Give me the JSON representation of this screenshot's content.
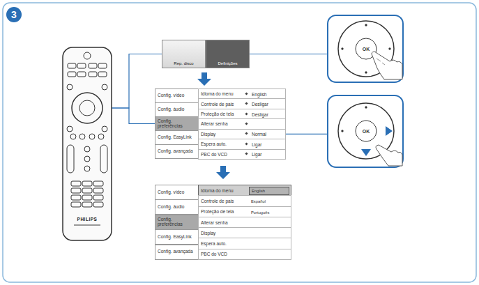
{
  "diagram": {
    "nodes": [
      {
        "text": [
          "PHILIPS"
        ]
      },
      {
        "text": [
          "Rep. disco"
        ]
      },
      {
        "text": [
          "Definições"
        ]
      },
      {
        "text": [
          "OK"
        ]
      },
      {
        "text": [
          "Config. vídeo"
        ]
      },
      {
        "text": [
          "Config. áudio"
        ]
      },
      {
        "text": [
          "Config. preferências"
        ]
      },
      {
        "text": [
          "Config. EasyLink"
        ]
      },
      {
        "text": [
          "Config. avançada"
        ]
      },
      {
        "text": [
          "Idioma do menu",
          "English"
        ]
      },
      {
        "text": [
          "Controle de pais",
          "Desligar"
        ]
      },
      {
        "text": [
          "Proteção de tela",
          "Desligar"
        ]
      },
      {
        "text": [
          "Alterar senha"
        ]
      },
      {
        "text": [
          "Display",
          "Normal"
        ]
      },
      {
        "text": [
          "Espera auto.",
          "Ligar"
        ]
      },
      {
        "text": [
          "PBC do VCD",
          "Ligar"
        ]
      },
      {
        "text": [
          "OK"
        ]
      },
      {
        "text": [
          "Config. vídeo"
        ]
      },
      {
        "text": [
          "Config. áudio"
        ]
      },
      {
        "text": [
          "Config. preferências"
        ]
      },
      {
        "text": [
          "Config. EasyLink"
        ]
      },
      {
        "text": [
          "Config. avançada"
        ]
      },
      {
        "text": [
          "Idioma do menu"
        ]
      },
      {
        "text": [
          "Controle de pais"
        ]
      },
      {
        "text": [
          "Proteção de tela"
        ]
      },
      {
        "text": [
          "Alterar senha"
        ]
      },
      {
        "text": [
          "Display"
        ]
      },
      {
        "text": [
          "Espera auto."
        ]
      },
      {
        "text": [
          "PBC do VCD"
        ]
      },
      {
        "text": [
          "English"
        ],
        "in": 22
      },
      {
        "text": [
          "Español"
        ],
        "in": 23
      },
      {
        "text": [
          "Português"
        ],
        "in": 24
      }
    ],
    "edges": [
      {
        "from": 0,
        "to": 1,
        "arrow": "none"
      },
      {
        "from": 2,
        "to": 3,
        "arrow": "none"
      },
      {
        "from": 0,
        "to": 6,
        "arrow": "none"
      },
      {
        "from": 13,
        "to": 16,
        "arrow": "none"
      }
    ],
    "labels": [
      "3"
    ]
  }
}
